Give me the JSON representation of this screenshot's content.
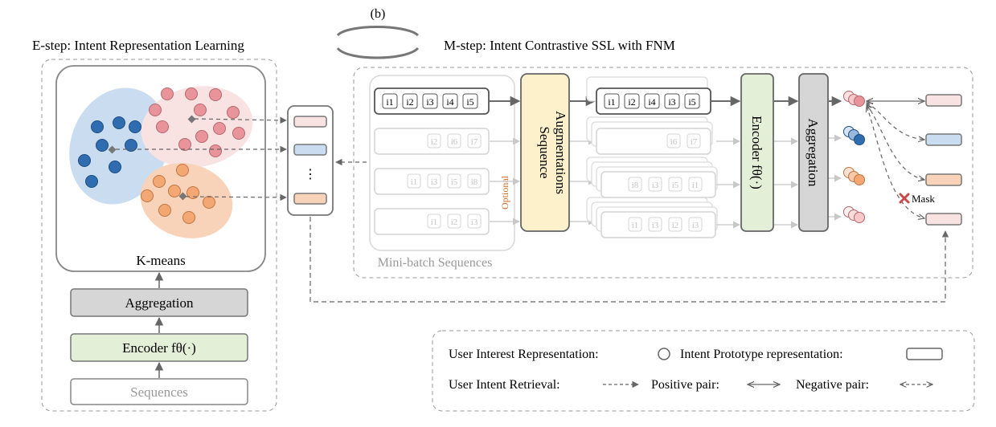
{
  "figure_label": "(b)",
  "estep": {
    "title": "E-step: Intent Representation Learning",
    "kmeans_label": "K-means",
    "aggregation_label": "Aggregation",
    "encoder_label": "Encoder fθ(·)",
    "sequences_label": "Sequences"
  },
  "mstep": {
    "title": "M-step: Intent Contrastive SSL with FNM",
    "minibatch_label": "Mini-batch Sequences",
    "optional_label": "Optional",
    "augment_line1": "Sequence",
    "augment_line2": "Augmentations",
    "encoder_label": "Encoder fθ(·)",
    "aggregation_label": "Aggregation",
    "mask_label": "Mask",
    "seq_main": [
      "i1",
      "i2",
      "i3",
      "i4",
      "i5"
    ],
    "seq_aug": [
      "i1",
      "i2",
      "i4",
      "i3",
      "i5"
    ],
    "seq_faded_2": [
      "i2",
      "i6",
      "i7"
    ],
    "seq_faded_3": [
      "i1",
      "i3",
      "i5",
      "i8"
    ],
    "seq_faded_4": [
      "i1",
      "i2",
      "i3"
    ],
    "aug_faded_2": [
      "i6",
      "i7"
    ],
    "aug_faded_3": [
      "i8",
      "i3",
      "i5",
      "i1"
    ],
    "aug_faded_4": [
      "i1",
      "i3",
      "i2",
      "i3"
    ]
  },
  "prototype_vdots": "⋮",
  "legend": {
    "user_interest": "User Interest Representation:",
    "intent_prototype": "Intent Prototype representation:",
    "user_intent_retrieval": "User Intent Retrieval:",
    "positive_pair": "Positive pair:",
    "negative_pair": "Negative pair:"
  },
  "colors": {
    "red_dot": "#e8949a",
    "blue_dot": "#2f6db0",
    "orange_dot": "#f3a874",
    "red_cluster": "#f9e2e2",
    "blue_cluster": "#c9dcf0",
    "orange_cluster": "#f8d3ba",
    "augment_fill": "#fdf1cc",
    "encoder_fill": "#e4efd7",
    "aggregation_fill": "#d6d6d6"
  }
}
